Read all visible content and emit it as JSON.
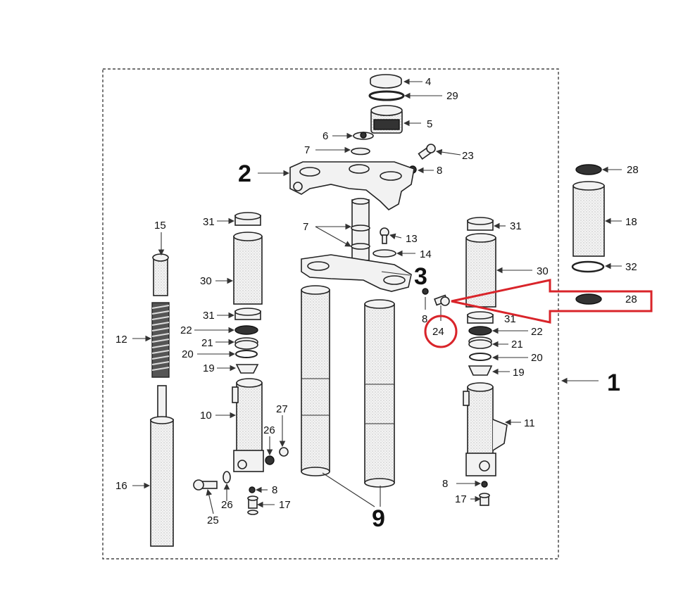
{
  "diagram": {
    "labels": {
      "l1": "1",
      "l2": "2",
      "l3": "3",
      "l9": "9",
      "l4": "4",
      "l29": "29",
      "l5": "5",
      "l6": "6",
      "l7a": "7",
      "l23": "23",
      "l8a": "8",
      "l28a": "28",
      "l18": "18",
      "l32": "32",
      "l28b": "28",
      "l15": "15",
      "l12": "12",
      "l16": "16",
      "l31a": "31",
      "l30a": "30",
      "l31b": "31",
      "l22a": "22",
      "l21a": "21",
      "l20a": "20",
      "l19a": "19",
      "l10": "10",
      "l27": "27",
      "l26a": "26",
      "l26b": "26",
      "l25": "25",
      "l8b": "8",
      "l17a": "17",
      "l7b": "7",
      "l13": "13",
      "l14": "14",
      "l31c": "31",
      "l30b": "30",
      "l8c": "8",
      "l24": "24",
      "l31d": "31",
      "l22b": "22",
      "l21b": "21",
      "l20b": "20",
      "l19b": "19",
      "l11": "11",
      "l8d": "8",
      "l17b": "17"
    },
    "highlight_color": "#d9242a",
    "border_style": "dashed"
  }
}
